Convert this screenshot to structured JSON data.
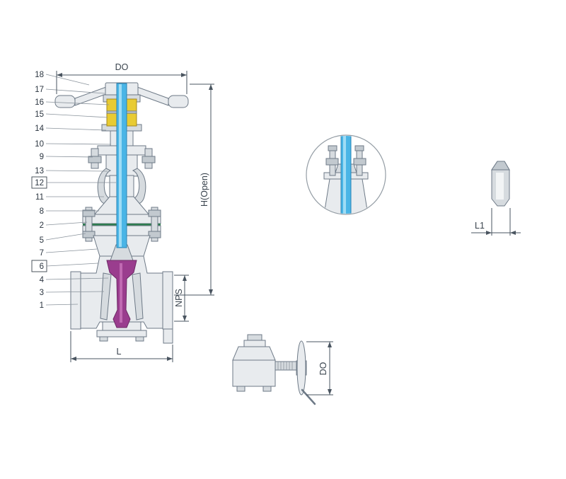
{
  "parts": [
    "18",
    "17",
    "16",
    "15",
    "14",
    "10",
    "9",
    "13",
    "12",
    "11",
    "8",
    "2",
    "5",
    "7",
    "6",
    "4",
    "3",
    "1"
  ],
  "dims": {
    "do_top": "DO",
    "h_open": "H(Open)",
    "nps": "NPS",
    "l": "L",
    "l1": "L1",
    "do_side": "DO"
  },
  "colors": {
    "stem": "#4ab5e6",
    "gate": "#9a3d8e",
    "packing": "#e8cb33",
    "gasket": "#2e7d4f",
    "body": "#e8ebee",
    "line": "#6e7a87"
  }
}
